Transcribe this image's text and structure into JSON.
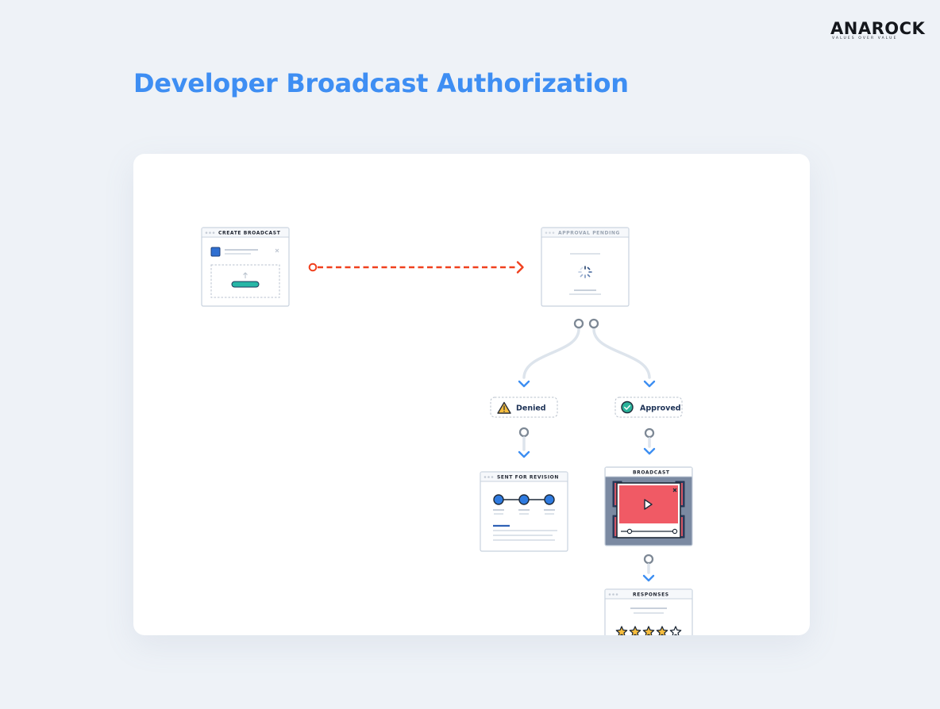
{
  "brand": {
    "logo_text": "ANAROCK",
    "tagline": "VALUES OVER VALUE"
  },
  "page": {
    "title": "Developer Broadcast Authorization"
  },
  "flow": {
    "create": {
      "title": "CREATE BROADCAST"
    },
    "pending": {
      "title": "APPROVAL PENDING"
    },
    "denied": {
      "label": "Denied",
      "icon": "warning-icon"
    },
    "approved": {
      "label": "Approved",
      "icon": "check-circle-icon"
    },
    "revision": {
      "title": "SENT FOR REVISION"
    },
    "broadcast": {
      "title": "BROADCAST"
    },
    "responses": {
      "title": "RESPONSES",
      "rating": 4,
      "rating_max": 5
    }
  },
  "colors": {
    "accent": "#3e8ef3",
    "arrow_dashed": "#f0401e",
    "connector": "#dde4ec",
    "node_ring": "#7d8895",
    "arrow_blue": "#3d8ef2",
    "video_red": "#f05a65",
    "video_bg": "#7b8aa2",
    "check_green": "#2bb39a",
    "star_yellow": "#f6bd3e"
  }
}
